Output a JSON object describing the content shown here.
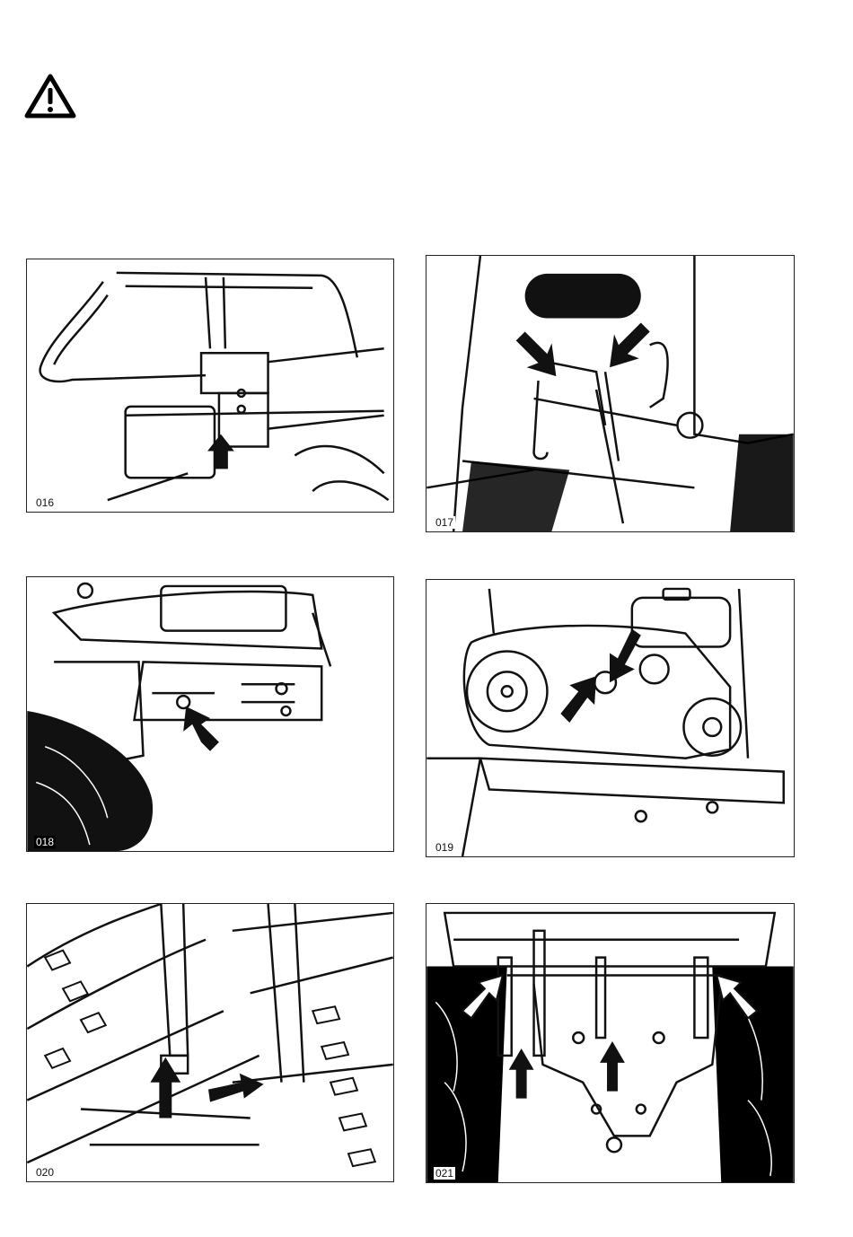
{
  "warning_icon": "warning-triangle-icon",
  "figures": {
    "f016": {
      "label": "016"
    },
    "f017": {
      "label": "017"
    },
    "f018": {
      "label": "018"
    },
    "f019": {
      "label": "019"
    },
    "f020": {
      "label": "020"
    },
    "f021": {
      "label": "021"
    }
  }
}
